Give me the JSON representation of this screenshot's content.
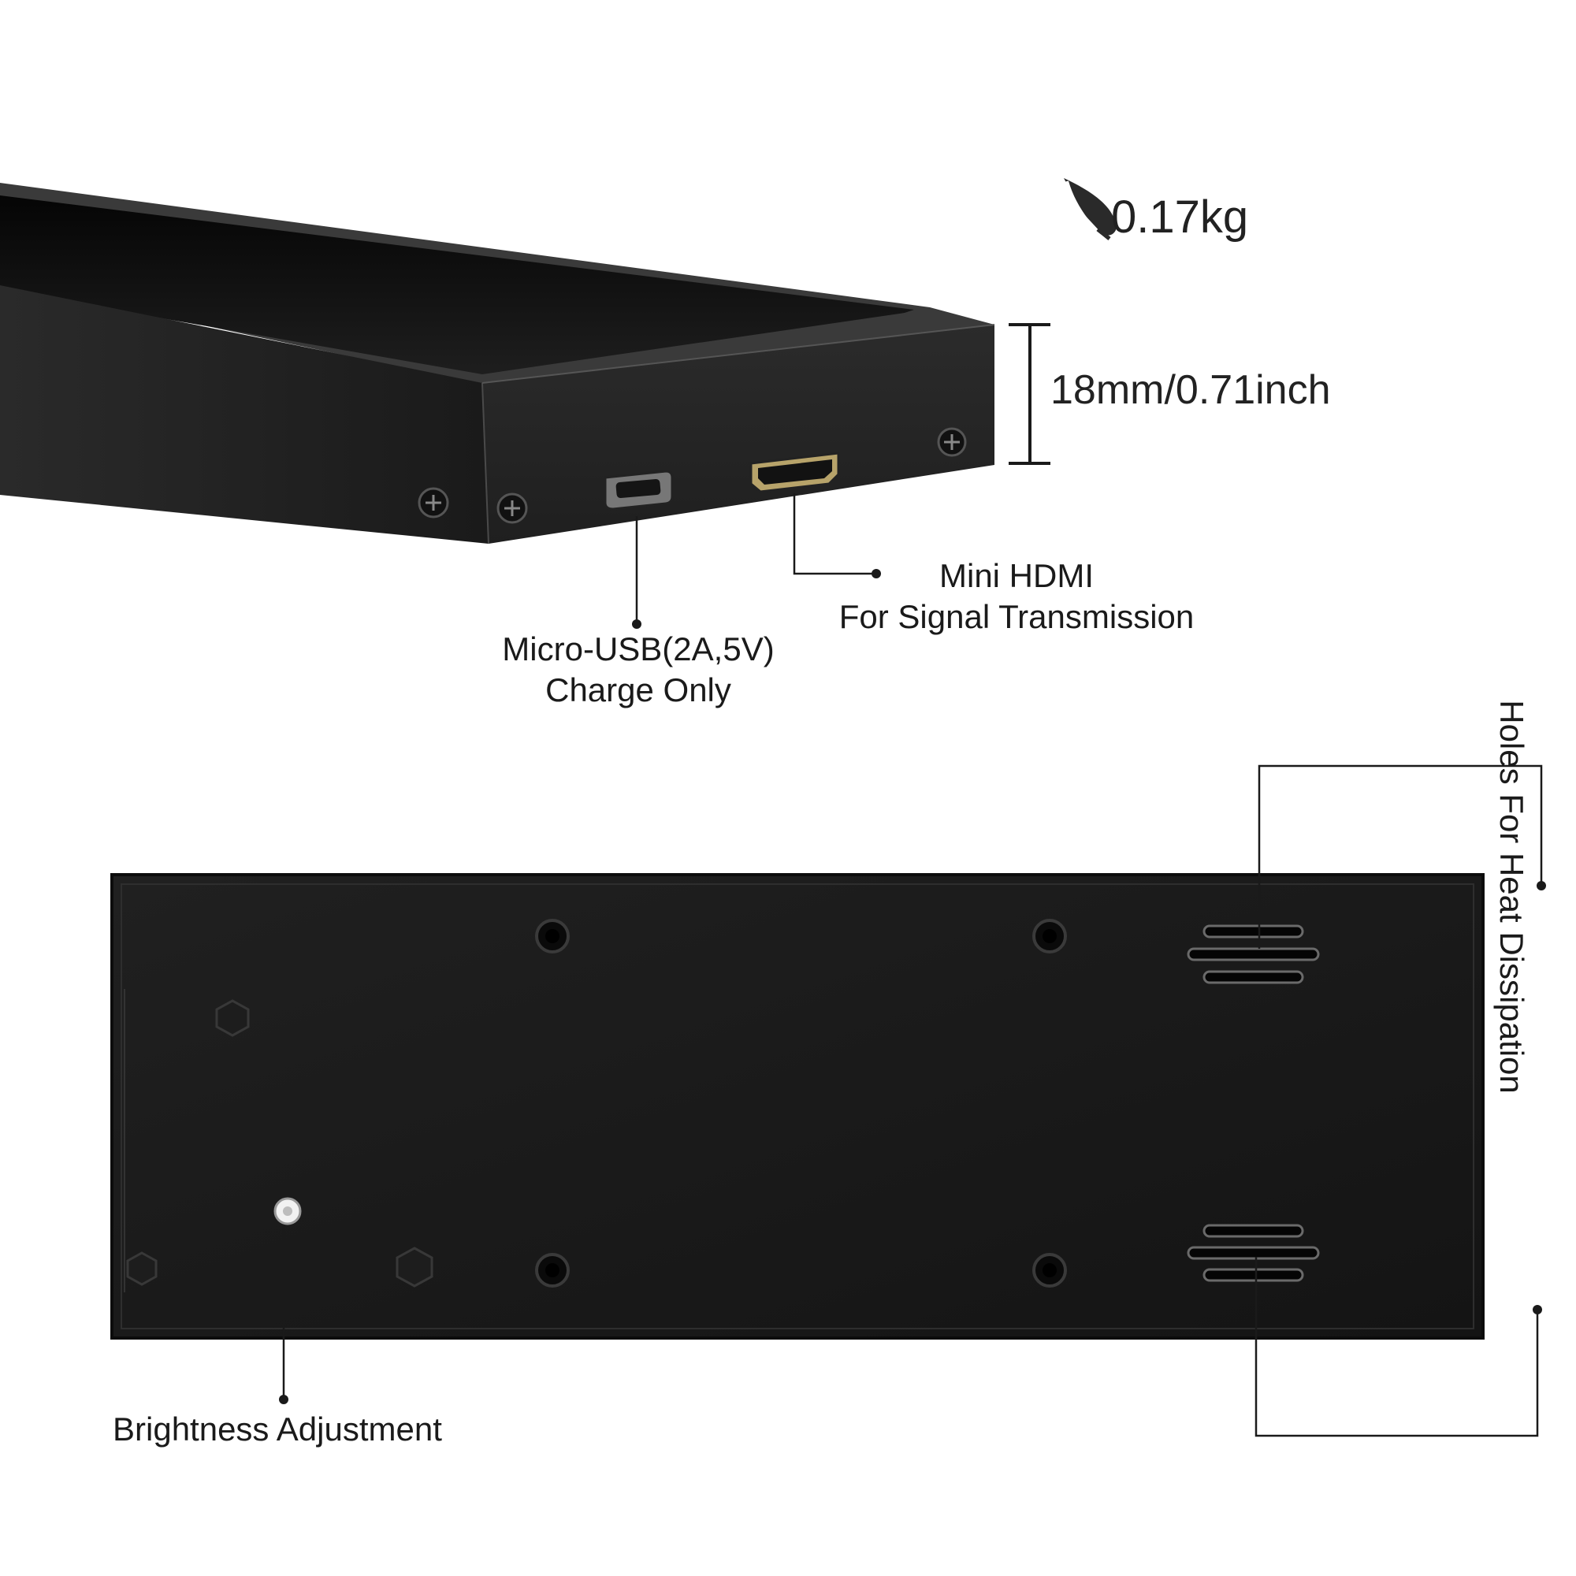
{
  "weight_label": "0.17kg",
  "thickness_label": "18mm/0.71inch",
  "callouts": {
    "micro_usb": {
      "line1": "Micro-USB(2A,5V)",
      "line2": "Charge Only"
    },
    "mini_hdmi": {
      "line1": "Mini HDMI",
      "line2": "For Signal Transmission"
    },
    "brightness": "Brightness Adjustment",
    "heat": "Holes For Heat Dissipation"
  },
  "icons": {
    "weight": "feather-icon"
  },
  "colors": {
    "device_body": "#1c1c1c",
    "screen": "#0b0b0b",
    "background": "#ffffff",
    "callout_line": "#1a1a1a"
  }
}
